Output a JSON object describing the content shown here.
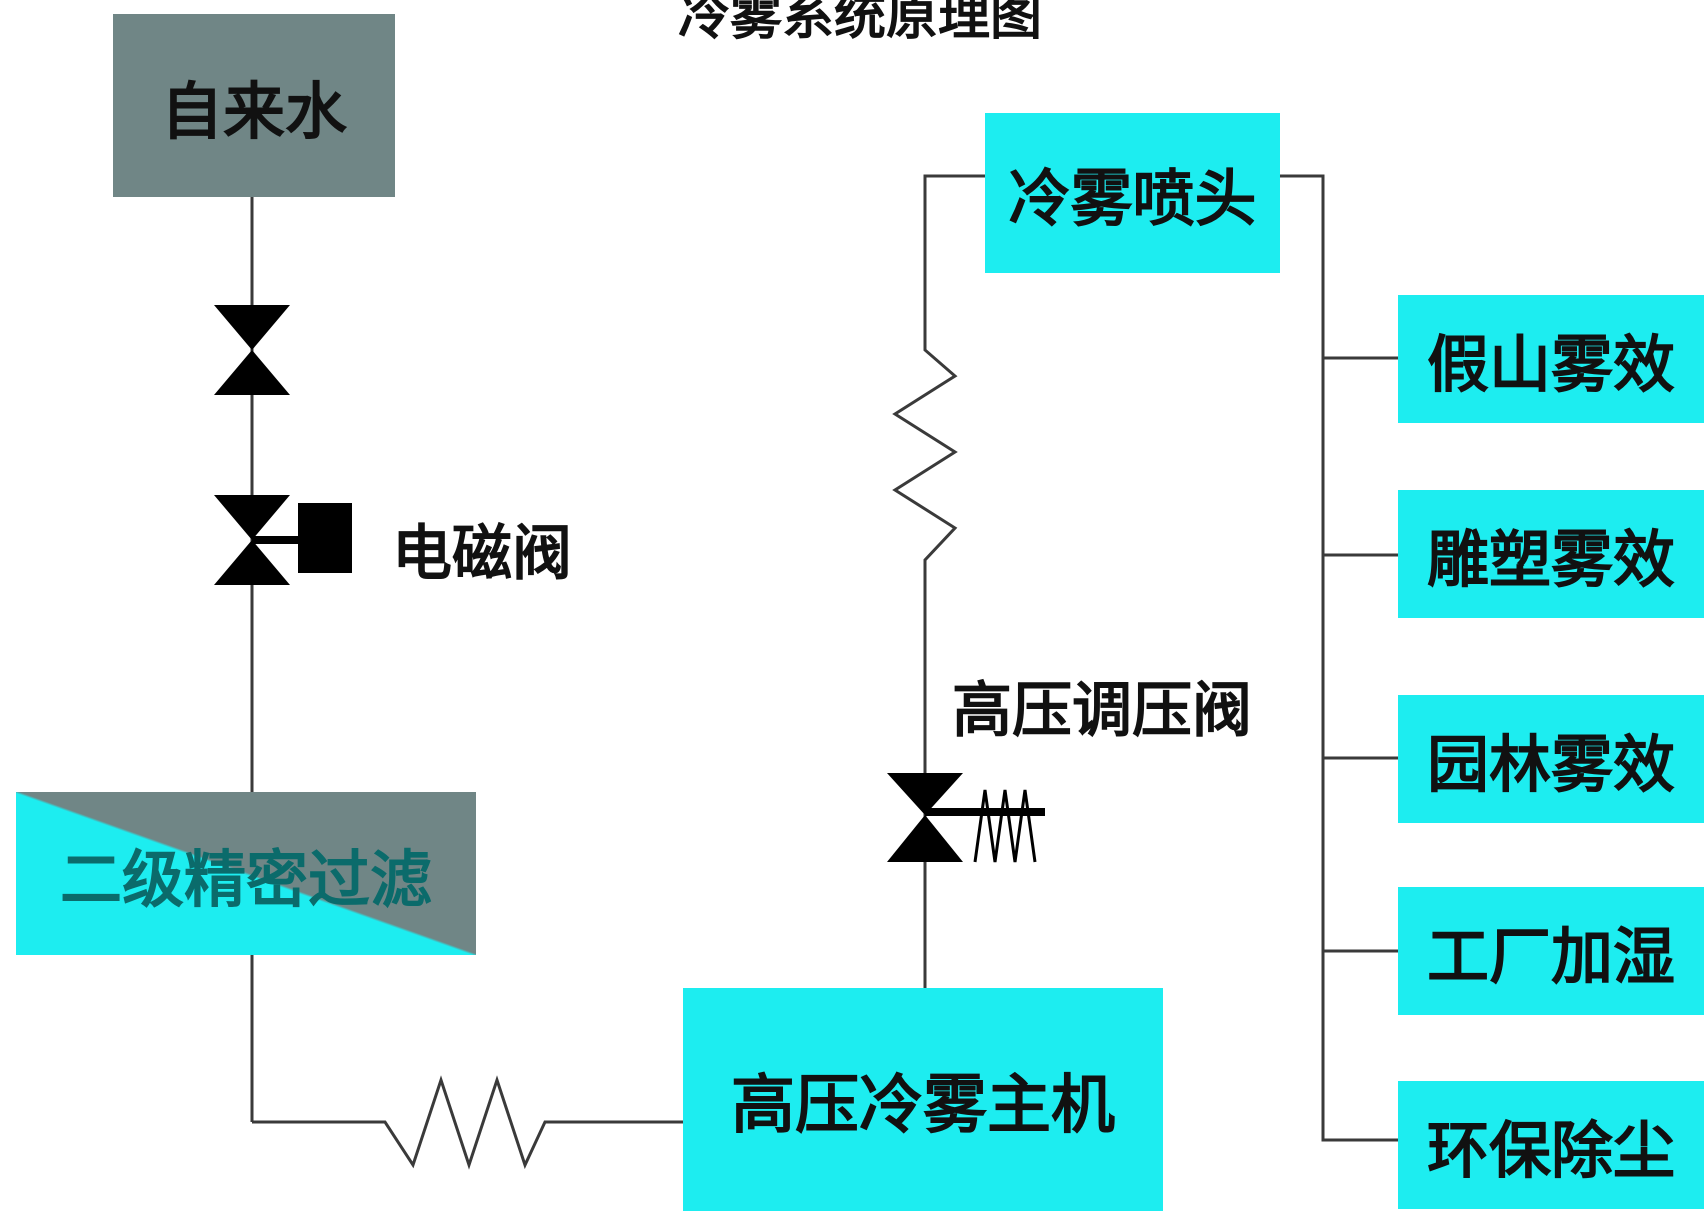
{
  "title": "冷雾系统原理图",
  "nodes": {
    "tap_water": "自来水",
    "solenoid_valve": "电磁阀",
    "filter": "二级精密过滤",
    "main_unit": "高压冷雾主机",
    "pressure_valve": "高压调压阀",
    "nozzle": "冷雾喷头"
  },
  "applications": [
    "假山雾效",
    "雕塑雾效",
    "园林雾效",
    "工厂加湿",
    "环保除尘"
  ],
  "colors": {
    "cyan": "#1dedf0",
    "gray": "#708686",
    "line": "#3a3a3a",
    "filter_text": "#0b6b6b"
  }
}
